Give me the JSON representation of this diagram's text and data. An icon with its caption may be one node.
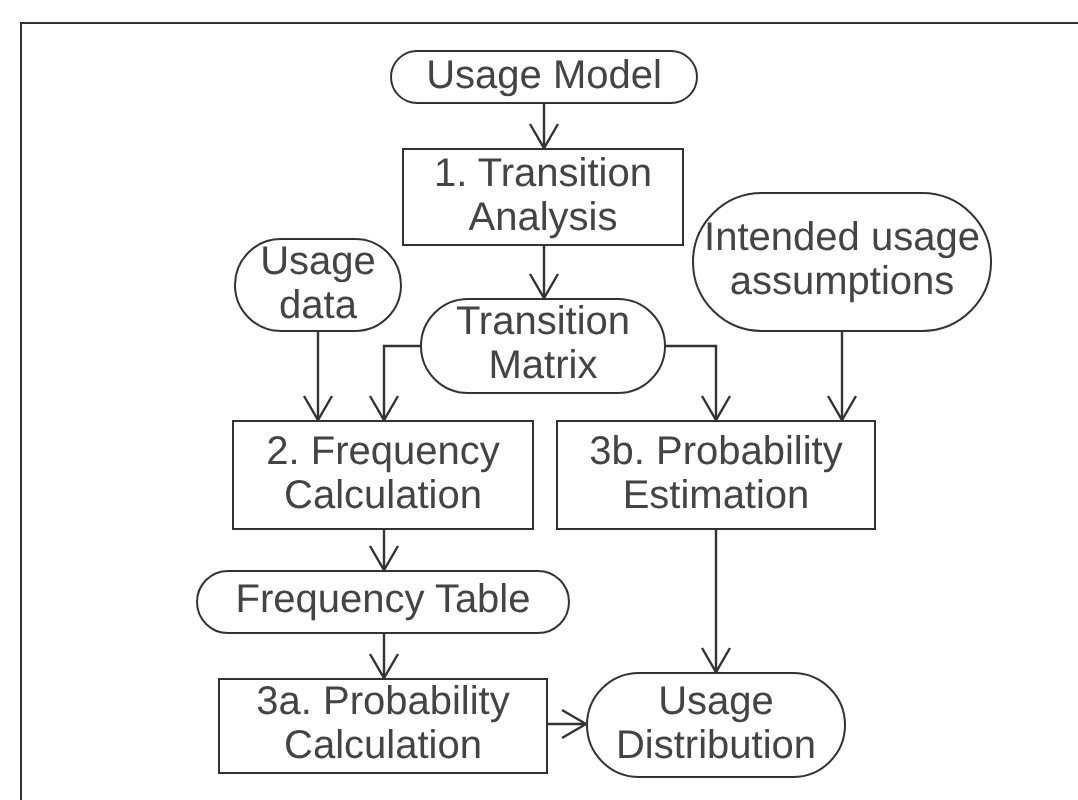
{
  "diagram": {
    "nodes": [
      {
        "text": [
          "Usage Model"
        ]
      },
      {
        "text": [
          "1. Transition Analysis"
        ]
      },
      {
        "text": [
          "Usage data"
        ]
      },
      {
        "text": [
          "Intended usage assumptions"
        ]
      },
      {
        "text": [
          "Transition Matrix"
        ]
      },
      {
        "text": [
          "2. Frequency Calculation"
        ]
      },
      {
        "text": [
          "3b. Probability Estimation"
        ]
      },
      {
        "text": [
          "Frequency Table"
        ]
      },
      {
        "text": [
          "3a. Probability Calculation"
        ]
      },
      {
        "text": [
          "Usage Distribution"
        ]
      }
    ],
    "edges": [
      {
        "from": 0,
        "to": 1,
        "arrow": "to"
      },
      {
        "from": 1,
        "to": 4,
        "arrow": "to"
      },
      {
        "from": 2,
        "to": 5,
        "arrow": "to"
      },
      {
        "from": 4,
        "to": 5,
        "arrow": "to"
      },
      {
        "from": 4,
        "to": 6,
        "arrow": "to"
      },
      {
        "from": 3,
        "to": 6,
        "arrow": "to"
      },
      {
        "from": 5,
        "to": 7,
        "arrow": "to"
      },
      {
        "from": 7,
        "to": 8,
        "arrow": "to"
      },
      {
        "from": 6,
        "to": 9,
        "arrow": "to"
      },
      {
        "from": 8,
        "to": 9,
        "arrow": "to"
      }
    ]
  }
}
